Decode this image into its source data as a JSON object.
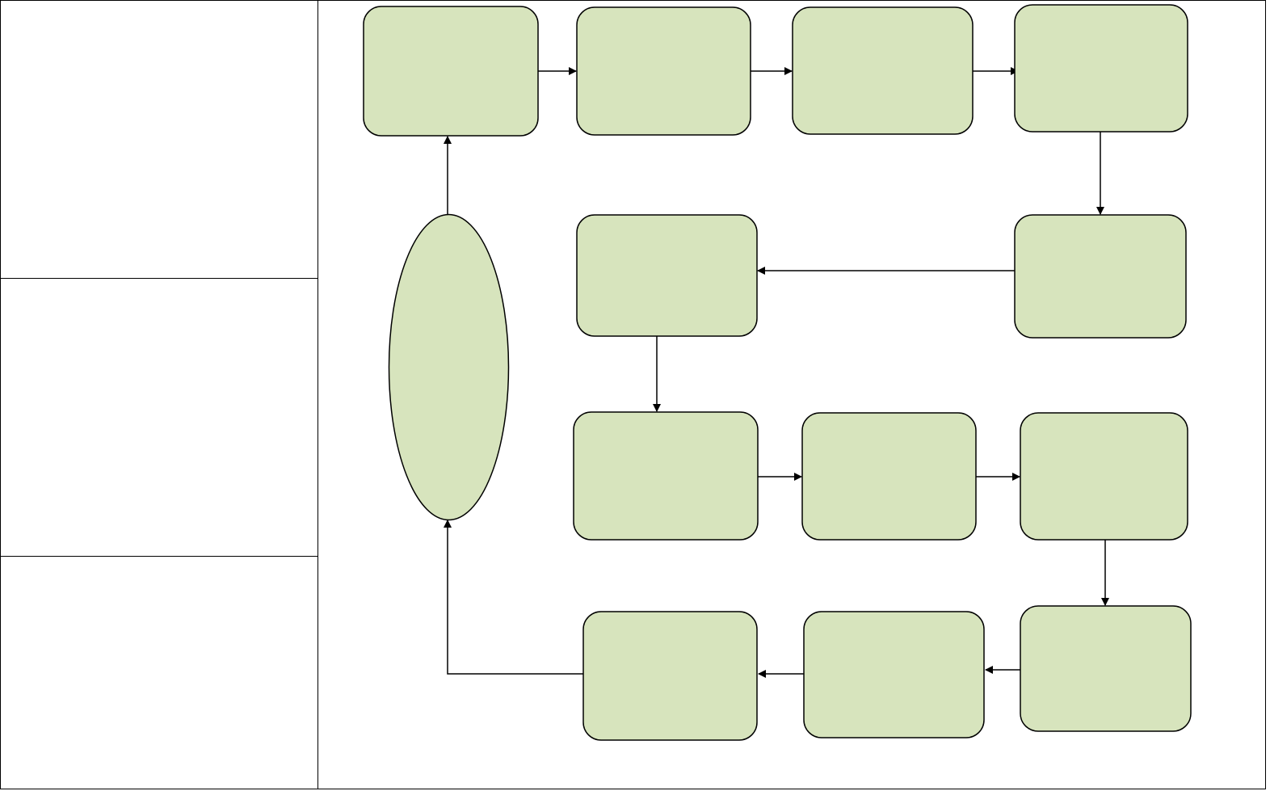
{
  "diagram": {
    "type": "flowchart",
    "colors": {
      "node_fill": "#d7e4bd",
      "node_stroke": "#000000",
      "line": "#000000",
      "background": "#ffffff"
    },
    "left_column": {
      "sections": [
        {
          "id": "section-1",
          "text": ""
        },
        {
          "id": "section-2",
          "text": ""
        },
        {
          "id": "section-3",
          "text": ""
        }
      ]
    },
    "nodes": [
      {
        "id": "step-1",
        "shape": "rounded-rectangle",
        "text": ""
      },
      {
        "id": "step-2",
        "shape": "rounded-rectangle",
        "text": ""
      },
      {
        "id": "step-3",
        "shape": "rounded-rectangle",
        "text": ""
      },
      {
        "id": "step-4",
        "shape": "rounded-rectangle",
        "text": ""
      },
      {
        "id": "step-5",
        "shape": "rounded-rectangle",
        "text": ""
      },
      {
        "id": "step-6",
        "shape": "rounded-rectangle",
        "text": ""
      },
      {
        "id": "step-7",
        "shape": "rounded-rectangle",
        "text": ""
      },
      {
        "id": "step-8",
        "shape": "rounded-rectangle",
        "text": ""
      },
      {
        "id": "step-9",
        "shape": "rounded-rectangle",
        "text": ""
      },
      {
        "id": "step-10",
        "shape": "rounded-rectangle",
        "text": ""
      },
      {
        "id": "step-11",
        "shape": "rounded-rectangle",
        "text": ""
      },
      {
        "id": "step-12",
        "shape": "rounded-rectangle",
        "text": ""
      },
      {
        "id": "hub",
        "shape": "ellipse",
        "text": ""
      }
    ],
    "edges": [
      {
        "from": "hub",
        "to": "step-1"
      },
      {
        "from": "step-1",
        "to": "step-2"
      },
      {
        "from": "step-2",
        "to": "step-3"
      },
      {
        "from": "step-3",
        "to": "step-4"
      },
      {
        "from": "step-4",
        "to": "step-5"
      },
      {
        "from": "step-5",
        "to": "step-6"
      },
      {
        "from": "step-6",
        "to": "step-7"
      },
      {
        "from": "step-7",
        "to": "step-8"
      },
      {
        "from": "step-8",
        "to": "step-9"
      },
      {
        "from": "step-9",
        "to": "step-10"
      },
      {
        "from": "step-10",
        "to": "step-11"
      },
      {
        "from": "step-11",
        "to": "step-12"
      },
      {
        "from": "step-12",
        "to": "hub"
      }
    ]
  }
}
